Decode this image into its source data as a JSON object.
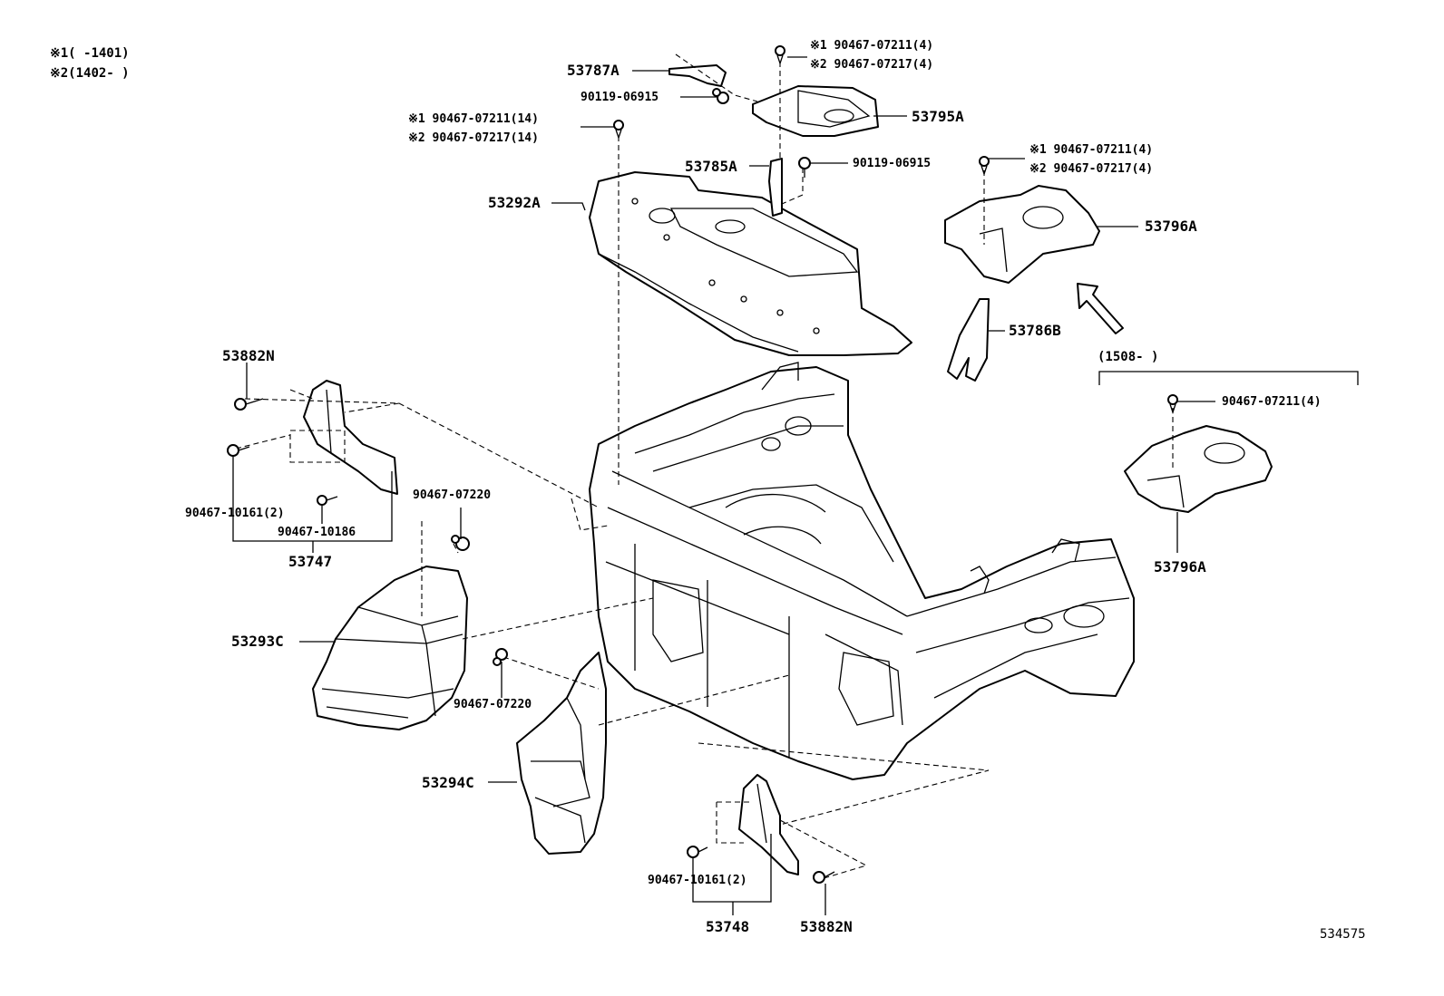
{
  "notes": {
    "note1": "※1(      -1401)",
    "note2": "※2(1402-      )"
  },
  "callouts": {
    "p53787A": "53787A",
    "p90119_top": "90119-06915",
    "b1_top1": "※1 90467-07211(4)",
    "b2_top1": "※2 90467-07217(4)",
    "p53795A": "53795A",
    "b1_left": "※1 90467-07211(14)",
    "b2_left": "※2 90467-07217(14)",
    "p53785A": "53785A",
    "p90119_mid": "90119-06915",
    "p53292A": "53292A",
    "b1_right": "※1 90467-07211(4)",
    "b2_right": "※2 90467-07217(4)",
    "p53796A_top": "53796A",
    "p53786B": "53786B",
    "range_1508": "(1508-      )",
    "b_90467_07211_4": "90467-07211(4)",
    "p53796A_bottom": "53796A",
    "p53882N_top": "53882N",
    "p90467_10161_left": "90467-10161(2)",
    "p90467_10186": "90467-10186",
    "p53747": "53747",
    "p90467_07220_top": "90467-07220",
    "p53293C": "53293C",
    "p90467_07220_bottom": "90467-07220",
    "p53294C": "53294C",
    "p90467_10161_bottom": "90467-10161(2)",
    "p53748": "53748",
    "p53882N_bottom": "53882N",
    "illustration_number": "534575"
  }
}
